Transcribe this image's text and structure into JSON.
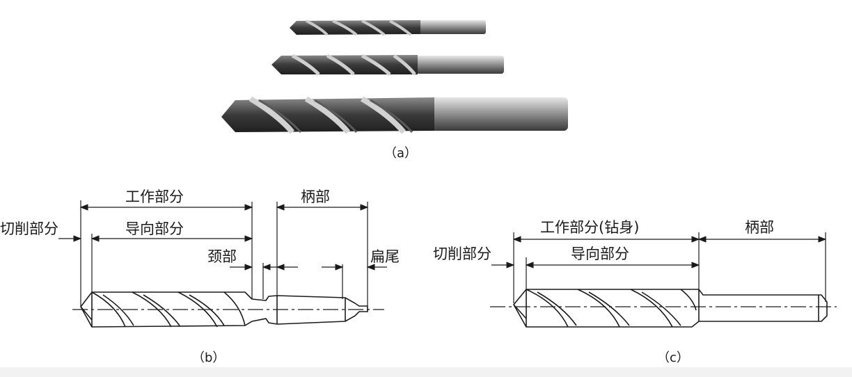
{
  "figure": {
    "captions": {
      "a": "（a）",
      "b": "（b）",
      "c": "（c）"
    },
    "diagram_b": {
      "working_part": "工作部分",
      "cutting_part": "切削部分",
      "guide_part": "导向部分",
      "neck": "颈部",
      "shank": "柄部",
      "tang": "扁尾"
    },
    "diagram_c": {
      "working_part": "工作部分(钻身)",
      "cutting_part": "切削部分",
      "guide_part": "导向部分",
      "shank": "柄部"
    },
    "colors": {
      "line": "#1a1a1a",
      "photo_dark": "#2b2b2b",
      "photo_mid": "#6d6d6d",
      "photo_light": "#bdbdbd",
      "band": "#f2f2f2"
    }
  }
}
